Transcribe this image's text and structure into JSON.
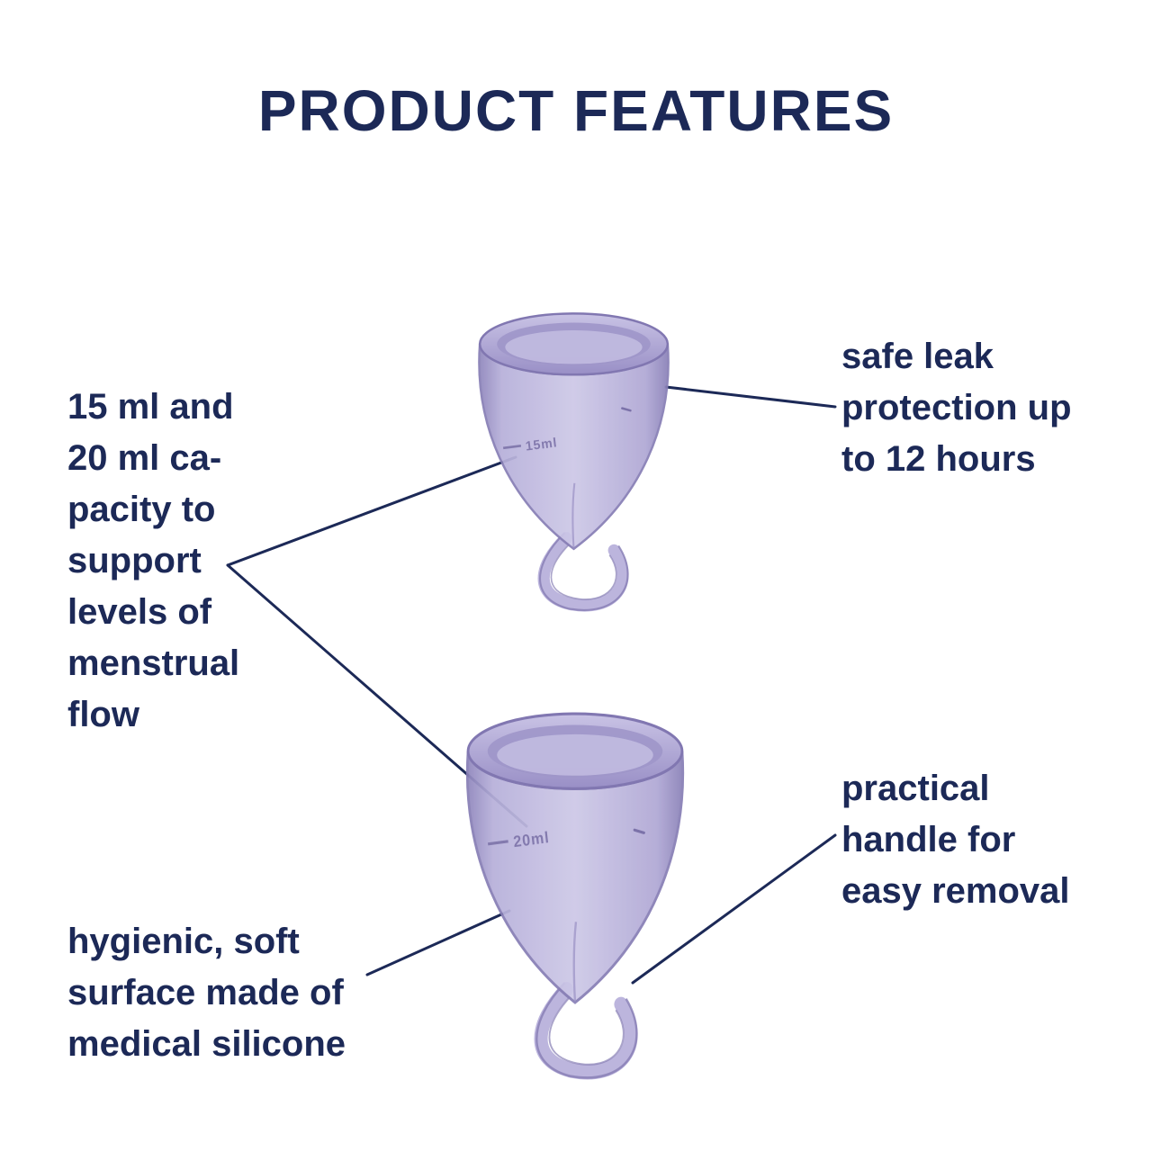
{
  "title": "PRODUCT FEATURES",
  "labels": {
    "capacity": "15 ml and\n20 ml ca-\npacity to\nsupport\nlevels of\nmenstrual\nflow",
    "leak_protection": "safe leak\nprotection up\nto 12 hours",
    "handle": "practical\nhandle for\neasy removal",
    "silicone": "hygienic, soft\nsurface made of\nmedical silicone"
  },
  "cups": {
    "top": {
      "marking": "15ml"
    },
    "bottom": {
      "marking": "20ml"
    }
  },
  "colors": {
    "text_navy": "#1c2957",
    "cup_fill_light": "#cdc8e7",
    "cup_fill_mid": "#b0a8d5",
    "cup_edge": "#877eb5"
  }
}
